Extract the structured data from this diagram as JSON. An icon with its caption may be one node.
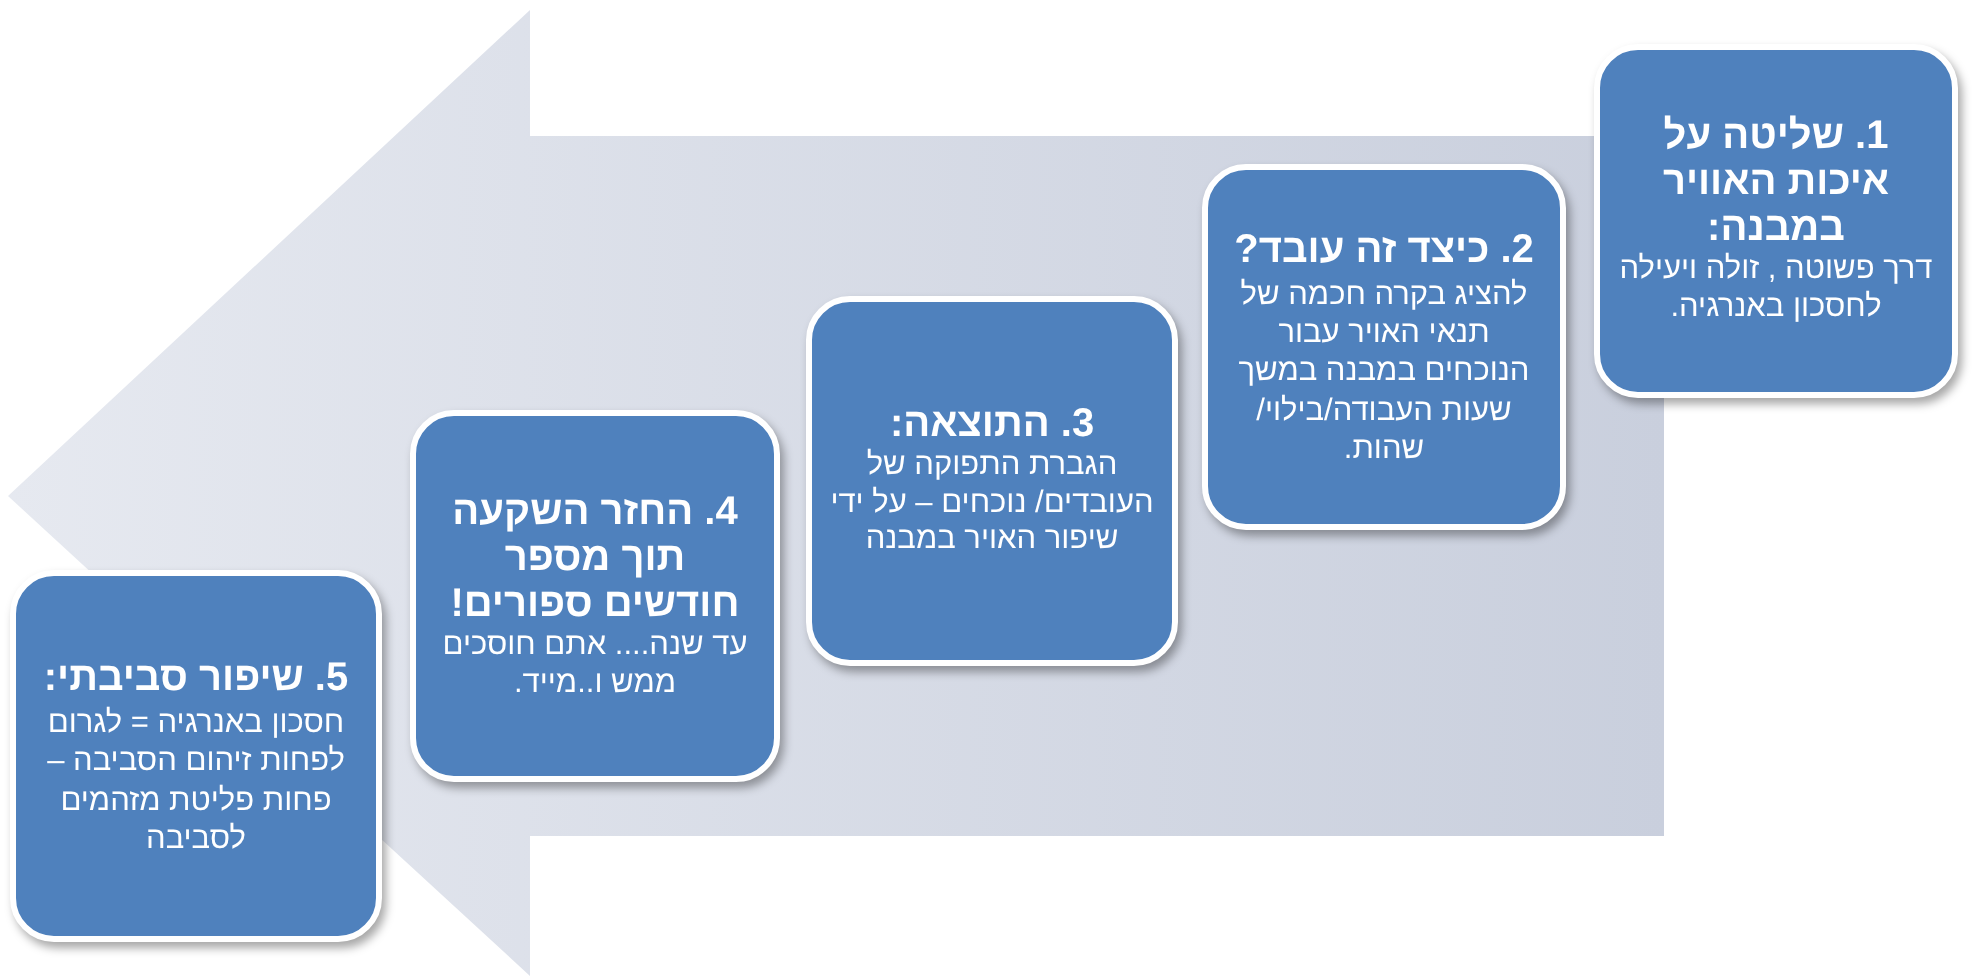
{
  "diagram": {
    "nodes": [
      {
        "text": [
          "1. שליטה על איכות האוויר במבנה:",
          "דרך פשוטה , זולה ויעילה לחסכון באנרגיה."
        ]
      },
      {
        "text": [
          "**2. כיצד זה עובד?** להציג בקרה חכמה של תנאי האויר עבור הנוכחים במבנה במשך שעות העבודה/בילוי/ שהות."
        ]
      },
      {
        "text": [
          "3. התוצאה:",
          "הגברת התפוקה של העובדים/ נוכחים – על ידי שיפור האויר במבנה"
        ]
      },
      {
        "text": [
          "4. החזר השקעה תוך מספר חודשים ספורים!",
          "עד שנה.... אתם חוסכים ממש ו..מייד."
        ]
      },
      {
        "text": [
          "**5. שיפור סביבתי:** חסכון באנרגיה = לגרום לפחות זיהום הסביבה – פחות פליטת מזהמים לסביבה"
        ]
      }
    ]
  }
}
